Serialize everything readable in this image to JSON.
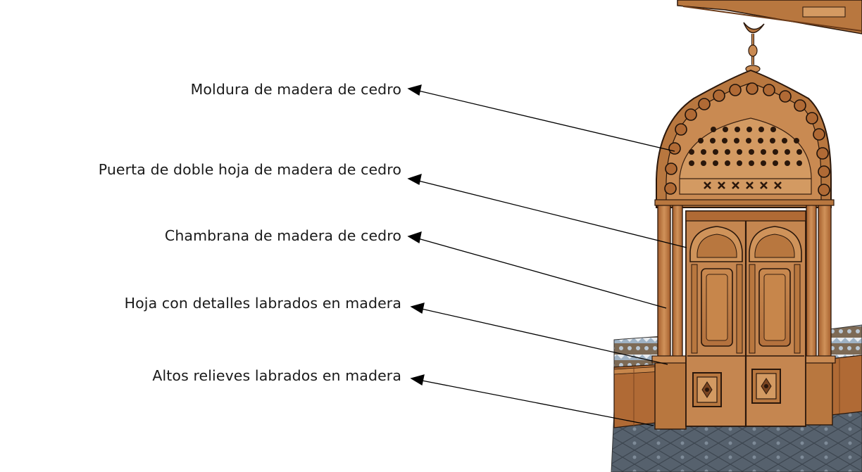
{
  "annotations": [
    {
      "id": "moldura",
      "text": "Moldura de madera de cedro"
    },
    {
      "id": "puerta",
      "text": "Puerta de doble hoja de madera de cedro"
    },
    {
      "id": "chambrana",
      "text": "Chambrana de madera de cedro"
    },
    {
      "id": "hoja",
      "text": "Hoja con detalles labrados en madera"
    },
    {
      "id": "relieves",
      "text": "Altos relieves labrados en madera"
    }
  ],
  "colors": {
    "wood_light": "#c98a52",
    "wood_mid": "#b06a35",
    "wood_dark": "#7a4420",
    "outline": "#1f120a",
    "floor": "#4f5a66",
    "tile_band": "#8aa0b8"
  }
}
